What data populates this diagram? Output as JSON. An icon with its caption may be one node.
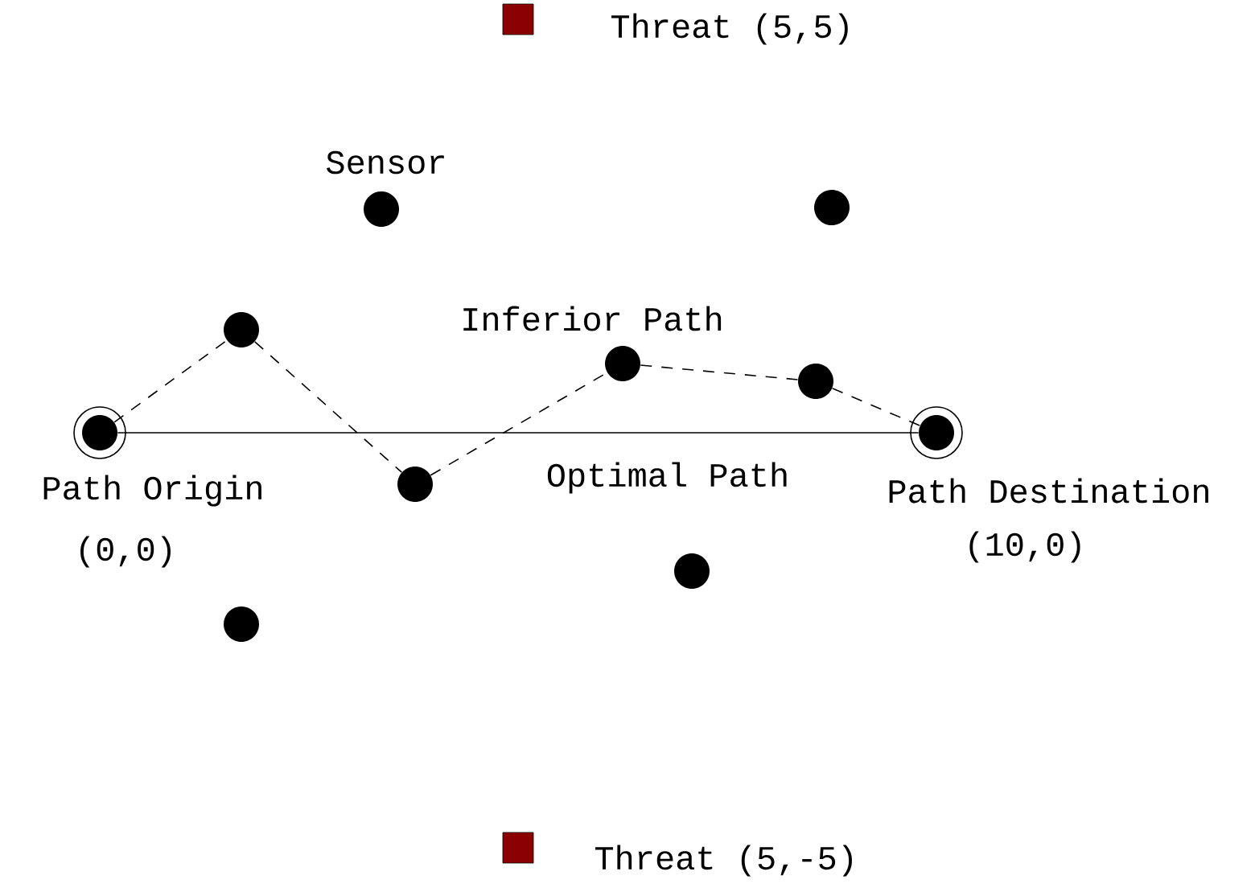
{
  "diagram": {
    "nodes": [
      {
        "text": [
          "Threat (5,5)"
        ]
      },
      {
        "text": [
          "Sensor"
        ]
      },
      {
        "text": [],
        "shape": "circle"
      },
      {
        "text": [],
        "shape": "circle"
      },
      {
        "text": [],
        "shape": "circle"
      },
      {
        "text": [],
        "shape": "circle"
      },
      {
        "text": [
          "Path Origin",
          "(0,0)"
        ]
      },
      {
        "text": [
          "Path Destination",
          "(10,0)"
        ]
      },
      {
        "text": [],
        "shape": "circle"
      },
      {
        "text": [],
        "shape": "circle"
      },
      {
        "text": [],
        "shape": "circle"
      },
      {
        "text": [
          "Threat (5,-5)"
        ]
      }
    ],
    "edges": [
      {
        "from": 6,
        "to": 7,
        "arrow": "none"
      },
      {
        "from": 6,
        "to": 3,
        "arrow": "none",
        "style": "dashed"
      },
      {
        "from": 3,
        "to": 8,
        "arrow": "none",
        "style": "dashed"
      },
      {
        "from": 8,
        "to": 4,
        "arrow": "none",
        "style": "dashed"
      },
      {
        "from": 4,
        "to": 5,
        "arrow": "none",
        "style": "dashed"
      },
      {
        "from": 5,
        "to": 7,
        "arrow": "none",
        "style": "dashed"
      }
    ],
    "labels": [
      "Inferior Path",
      "Optimal Path"
    ]
  }
}
